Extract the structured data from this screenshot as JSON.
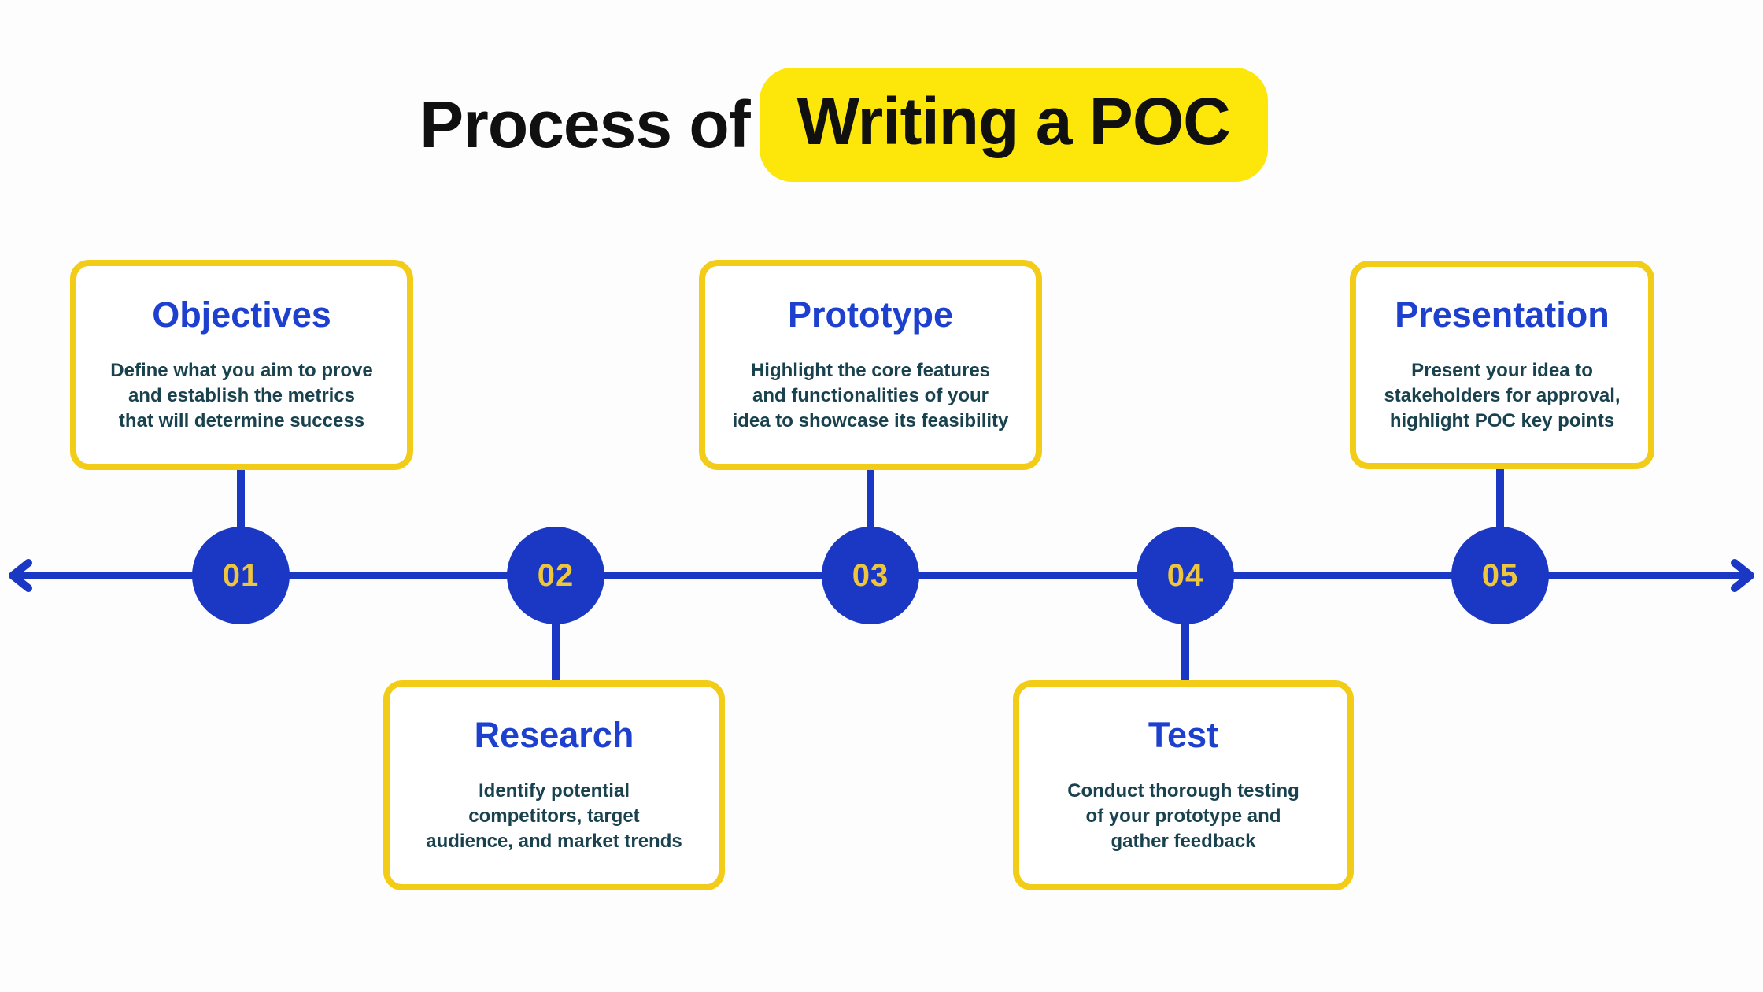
{
  "title": {
    "prefix": "Process of",
    "highlight": "Writing a POC"
  },
  "colors": {
    "accent_blue": "#1b38c4",
    "heading_blue": "#1e40ce",
    "highlight_yellow": "#fde60a",
    "card_border_yellow": "#f2cc16",
    "number_gold": "#edc63e",
    "body_text_teal": "#19424e",
    "title_black": "#101010",
    "background": "#fdfdfe"
  },
  "icons": {
    "left_arrow": "arrow-left",
    "right_arrow": "arrow-right"
  },
  "steps": [
    {
      "number": "01",
      "title": "Objectives",
      "description": "Define what you aim to prove\nand establish the metrics\nthat will determine success",
      "position": "above"
    },
    {
      "number": "02",
      "title": "Research",
      "description": "Identify potential\ncompetitors, target\naudience, and market trends",
      "position": "below"
    },
    {
      "number": "03",
      "title": "Prototype",
      "description": "Highlight the core features\nand functionalities of your\nidea to showcase its feasibility",
      "position": "above"
    },
    {
      "number": "04",
      "title": "Test",
      "description": "Conduct thorough testing\nof your prototype and\ngather feedback",
      "position": "below"
    },
    {
      "number": "05",
      "title": "Presentation",
      "description": "Present your idea to\nstakeholders for approval,\nhighlight POC key points",
      "position": "above"
    }
  ]
}
